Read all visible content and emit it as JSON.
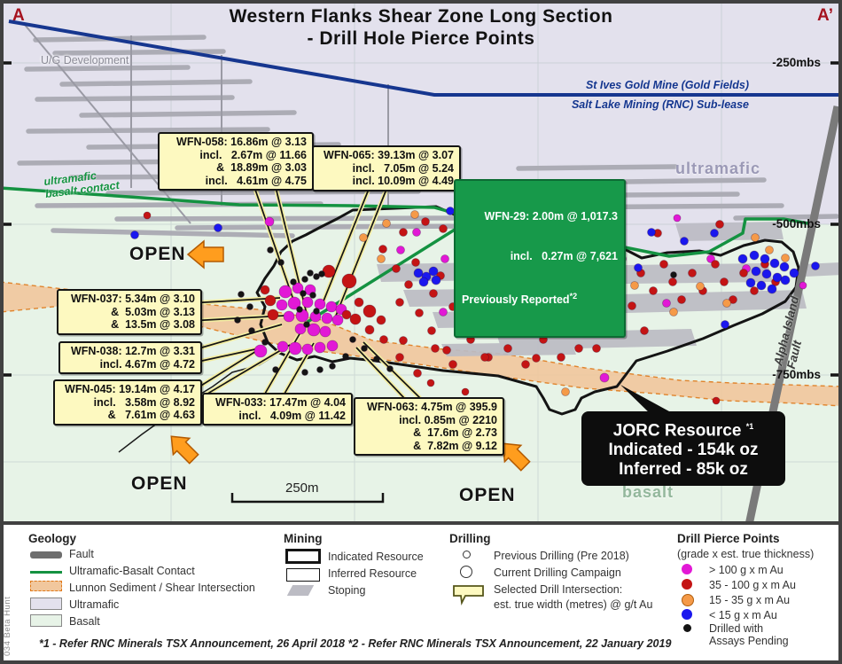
{
  "frame": {
    "title1": "Western Flanks Shear Zone Long Section",
    "title2": "- Drill Hole Pierce Points",
    "a": "A",
    "a2": "A’",
    "side": "034 Beta Hunt",
    "footnote": "*1 - Refer RNC Minerals TSX Announcement, 26 April 2018  *2 - Refer RNC Minerals TSX Announcement, 22 January 2019"
  },
  "map": {
    "depths": [
      "-250mbs",
      "-500mbs",
      "-750mbs"
    ],
    "labels": {
      "ug_development": "U/G Development",
      "st_ives": "St Ives Gold Mine (Gold Fields)",
      "salt_lake": "Salt Lake Mining (RNC) Sub-lease",
      "ultramafic": "ultramafic",
      "basalt": "basalt",
      "alpha_fault": "Alpha Island Fault",
      "contact1": "ultramafic",
      "contact2": "basalt contact",
      "open": "OPEN",
      "scale": "250m"
    },
    "callouts": {
      "wfn058": "WFN-058: 16.86m @ 3.13\nincl.   2.67m @ 11.66\n&  18.89m @ 3.03\nincl.   4.61m @ 4.75",
      "wfn065": "WFN-065: 39.13m @ 3.07\nincl.   7.05m @ 5.24\nincl. 10.09m @ 4.49",
      "wfn037": "WFN-037: 5.34m @ 3.10\n&  5.03m @ 3.13\n&  13.5m @ 3.08",
      "wfn038": "WFN-038: 12.7m @ 3.31\nincl. 4.67m @ 4.72",
      "wfn045": "WFN-045: 19.14m @ 4.17\nincl.   3.58m @ 8.92\n&   7.61m @ 4.63",
      "wfn033": "WFN-033: 17.47m @ 4.04\nincl.   4.09m @ 11.42",
      "wfn063": "WFN-063: 4.75m @ 395.9\nincl. 0.85m @ 2210\n&  17.6m @ 2.73\n&  7.82m @ 9.12"
    },
    "green": {
      "l1": "WFN-29: 2.00m @ 1,017.3",
      "l2": "incl.   0.27m @ 7,621",
      "l3": "Previously Reported",
      "sup": "*2"
    },
    "jorc": {
      "t": "JORC Resource",
      "sup": "*1",
      "l2": "Indicated - 154k oz",
      "l3": "Inferred - 85k oz"
    },
    "colors": {
      "m": "#e218d6",
      "r": "#c41414",
      "o": "#f59a48",
      "b": "#1a17ee",
      "k": "#141414"
    },
    "dots": [
      [
        322,
        329,
        "m",
        7
      ],
      [
        336,
        325,
        "m",
        6
      ],
      [
        350,
        327,
        "m",
        6
      ],
      [
        318,
        344,
        "m",
        6
      ],
      [
        332,
        342,
        "m",
        7
      ],
      [
        347,
        341,
        "m",
        6
      ],
      [
        361,
        343,
        "m",
        6
      ],
      [
        374,
        346,
        "m",
        6
      ],
      [
        385,
        349,
        "m",
        6
      ],
      [
        326,
        357,
        "m",
        6
      ],
      [
        341,
        356,
        "m",
        7
      ],
      [
        356,
        357,
        "m",
        6
      ],
      [
        369,
        359,
        "m",
        6
      ],
      [
        381,
        361,
        "m",
        6
      ],
      [
        339,
        371,
        "m",
        6
      ],
      [
        354,
        372,
        "m",
        7
      ],
      [
        367,
        374,
        "m",
        6
      ],
      [
        294,
        396,
        "m",
        7
      ],
      [
        319,
        391,
        "m",
        6
      ],
      [
        333,
        393,
        "m",
        7
      ],
      [
        347,
        394,
        "m",
        6
      ],
      [
        361,
        392,
        "m",
        6
      ],
      [
        375,
        390,
        "m",
        6
      ],
      [
        304,
        250,
        "m",
        5
      ],
      [
        452,
        282,
        "m",
        4.5
      ],
      [
        502,
        292,
        "m",
        4.5
      ],
      [
        552,
        342,
        "m",
        4.5
      ],
      [
        602,
        292,
        "m",
        4.5
      ],
      [
        652,
        362,
        "m",
        4.5
      ],
      [
        702,
        292,
        "m",
        4.5
      ],
      [
        752,
        342,
        "m",
        4.5
      ],
      [
        802,
        292,
        "m",
        4.5
      ],
      [
        842,
        303,
        "m",
        4.5
      ],
      [
        610,
        372,
        "m",
        4.5
      ],
      [
        682,
        426,
        "m",
        5
      ],
      [
        628,
        302,
        "m",
        4.5
      ],
      [
        548,
        302,
        "m",
        4.5
      ],
      [
        500,
        352,
        "m",
        4.5
      ],
      [
        470,
        262,
        "m",
        4.5
      ],
      [
        906,
        322,
        "m",
        4
      ],
      [
        764,
        246,
        "m",
        4
      ],
      [
        394,
        317,
        "r",
        8
      ],
      [
        371,
        306,
        "r",
        7
      ],
      [
        417,
        351,
        "r",
        7
      ],
      [
        305,
        339,
        "r",
        6
      ],
      [
        308,
        355,
        "r",
        6
      ],
      [
        401,
        360,
        "r",
        6
      ],
      [
        391,
        355,
        "r",
        5
      ],
      [
        405,
        341,
        "r",
        5
      ],
      [
        299,
        327,
        "r",
        5
      ],
      [
        417,
        372,
        "r",
        5
      ],
      [
        430,
        361,
        "r",
        5
      ],
      [
        166,
        243,
        "r",
        4
      ],
      [
        432,
        281,
        "r",
        4.5
      ],
      [
        447,
        303,
        "r",
        4.5
      ],
      [
        461,
        321,
        "r",
        4.5
      ],
      [
        451,
        341,
        "r",
        4.5
      ],
      [
        473,
        353,
        "r",
        4.5
      ],
      [
        489,
        331,
        "r",
        4.5
      ],
      [
        469,
        296,
        "r",
        4.5
      ],
      [
        497,
        311,
        "r",
        4.5
      ],
      [
        511,
        346,
        "r",
        4.5
      ],
      [
        521,
        301,
        "r",
        4.5
      ],
      [
        534,
        321,
        "r",
        4.5
      ],
      [
        541,
        353,
        "r",
        4.5
      ],
      [
        553,
        313,
        "r",
        4.5
      ],
      [
        564,
        335,
        "r",
        4.5
      ],
      [
        575,
        301,
        "r",
        4.5
      ],
      [
        587,
        321,
        "r",
        4.5
      ],
      [
        597,
        343,
        "r",
        4.5
      ],
      [
        607,
        303,
        "r",
        4.5
      ],
      [
        615,
        325,
        "r",
        4.5
      ],
      [
        627,
        313,
        "r",
        4.5
      ],
      [
        637,
        335,
        "r",
        4.5
      ],
      [
        649,
        303,
        "r",
        4.5
      ],
      [
        657,
        323,
        "r",
        4.5
      ],
      [
        669,
        345,
        "r",
        4.5
      ],
      [
        679,
        313,
        "r",
        4.5
      ],
      [
        689,
        297,
        "r",
        4.5
      ],
      [
        701,
        323,
        "r",
        4.5
      ],
      [
        713,
        345,
        "r",
        4.5
      ],
      [
        723,
        308,
        "r",
        4.5
      ],
      [
        737,
        328,
        "r",
        4.5
      ],
      [
        749,
        298,
        "r",
        4.5
      ],
      [
        759,
        318,
        "r",
        4.5
      ],
      [
        769,
        338,
        "r",
        4.5
      ],
      [
        781,
        308,
        "r",
        4.5
      ],
      [
        793,
        328,
        "r",
        4.5
      ],
      [
        807,
        298,
        "r",
        4.5
      ],
      [
        817,
        318,
        "r",
        4.5
      ],
      [
        827,
        338,
        "r",
        4.5
      ],
      [
        839,
        308,
        "r",
        4.5
      ],
      [
        851,
        328,
        "r",
        4.5
      ],
      [
        863,
        298,
        "r",
        4.5
      ],
      [
        875,
        318,
        "r",
        4.5
      ],
      [
        433,
        383,
        "r",
        4.5
      ],
      [
        451,
        403,
        "r",
        4.5
      ],
      [
        471,
        421,
        "r",
        4.5
      ],
      [
        491,
        393,
        "r",
        4.5
      ],
      [
        511,
        411,
        "r",
        4.5
      ],
      [
        531,
        383,
        "r",
        4.5
      ],
      [
        551,
        403,
        "r",
        4.5
      ],
      [
        573,
        393,
        "r",
        4.5
      ],
      [
        593,
        411,
        "r",
        4.5
      ],
      [
        613,
        383,
        "r",
        4.5
      ],
      [
        633,
        403,
        "r",
        4.5
      ],
      [
        653,
        393,
        "r",
        4.5
      ],
      [
        487,
        373,
        "r",
        4.5
      ],
      [
        547,
        373,
        "r",
        4.5
      ],
      [
        607,
        373,
        "r",
        4.5
      ],
      [
        667,
        373,
        "r",
        4.5
      ],
      [
        727,
        373,
        "r",
        4.5
      ],
      [
        545,
        243,
        "r",
        4.5
      ],
      [
        585,
        238,
        "r",
        4.5
      ],
      [
        660,
        252,
        "r",
        4.5
      ],
      [
        742,
        263,
        "r",
        4.5
      ],
      [
        812,
        253,
        "r",
        4.5
      ],
      [
        455,
        262,
        "r",
        4.5
      ],
      [
        480,
        250,
        "r",
        4.5
      ],
      [
        500,
        258,
        "r",
        4.5
      ],
      [
        520,
        246,
        "r",
        4.5
      ],
      [
        540,
        262,
        "r",
        4.5
      ],
      [
        455,
        384,
        "r",
        4.5
      ],
      [
        504,
        395,
        "r",
        4.5
      ],
      [
        547,
        403,
        "r",
        4.5
      ],
      [
        605,
        404,
        "r",
        4.5
      ],
      [
        673,
        393,
        "r",
        4.5
      ],
      [
        808,
        452,
        "r",
        4
      ],
      [
        486,
        432,
        "r",
        4
      ],
      [
        525,
        442,
        "r",
        4
      ],
      [
        410,
        268,
        "o",
        4.5
      ],
      [
        436,
        252,
        "o",
        4.5
      ],
      [
        468,
        242,
        "o",
        4.5
      ],
      [
        520,
        268,
        "o",
        4.5
      ],
      [
        560,
        352,
        "o",
        4.5
      ],
      [
        600,
        331,
        "o",
        4.5
      ],
      [
        641,
        322,
        "o",
        4.5
      ],
      [
        680,
        352,
        "o",
        4.5
      ],
      [
        716,
        322,
        "o",
        4.5
      ],
      [
        760,
        352,
        "o",
        4.5
      ],
      [
        790,
        323,
        "o",
        4.5
      ],
      [
        820,
        342,
        "o",
        4.5
      ],
      [
        852,
        268,
        "o",
        4.5
      ],
      [
        868,
        282,
        "o",
        4.5
      ],
      [
        638,
        442,
        "o",
        4.5
      ],
      [
        430,
        292,
        "o",
        4.5
      ],
      [
        886,
        291,
        "o",
        4.5
      ],
      [
        838,
        292,
        "b",
        5
      ],
      [
        851,
        288,
        "b",
        5
      ],
      [
        863,
        292,
        "b",
        5
      ],
      [
        874,
        297,
        "b",
        5
      ],
      [
        885,
        301,
        "b",
        5
      ],
      [
        853,
        306,
        "b",
        5
      ],
      [
        865,
        309,
        "b",
        5
      ],
      [
        877,
        313,
        "b",
        5
      ],
      [
        847,
        319,
        "b",
        5
      ],
      [
        859,
        322,
        "b",
        5
      ],
      [
        871,
        326,
        "b",
        5
      ],
      [
        886,
        316,
        "b",
        5
      ],
      [
        896,
        308,
        "b",
        5
      ],
      [
        472,
        308,
        "b",
        5
      ],
      [
        481,
        312,
        "b",
        5
      ],
      [
        489,
        306,
        "b",
        5
      ],
      [
        478,
        318,
        "b",
        5
      ],
      [
        492,
        316,
        "b",
        5
      ],
      [
        568,
        282,
        "b",
        4.5
      ],
      [
        608,
        262,
        "b",
        4.5
      ],
      [
        700,
        332,
        "b",
        4.5
      ],
      [
        735,
        262,
        "b",
        4.5
      ],
      [
        806,
        263,
        "b",
        4.5
      ],
      [
        818,
        366,
        "b",
        4.5
      ],
      [
        662,
        307,
        "b",
        4.5
      ],
      [
        152,
        265,
        "b",
        4.5
      ],
      [
        246,
        257,
        "b",
        4.5
      ],
      [
        508,
        238,
        "b",
        4.5
      ],
      [
        524,
        256,
        "b",
        4.5
      ],
      [
        588,
        252,
        "b",
        4.5
      ],
      [
        648,
        282,
        "b",
        4.5
      ],
      [
        772,
        272,
        "b",
        4.5
      ],
      [
        920,
        300,
        "b",
        4.5
      ],
      [
        560,
        312,
        "b",
        4.5
      ],
      [
        530,
        302,
        "b",
        4.5
      ],
      [
        640,
        352,
        "b",
        4.5
      ],
      [
        680,
        362,
        "b",
        4.5
      ],
      [
        720,
        302,
        "b",
        4.5
      ],
      [
        350,
        308,
        "k",
        3.5
      ],
      [
        357,
        312,
        "k",
        3.5
      ],
      [
        363,
        309,
        "k",
        3.5
      ],
      [
        344,
        315,
        "k",
        3.5
      ],
      [
        331,
        318,
        "k",
        3.5
      ],
      [
        342,
        331,
        "k",
        3.5
      ],
      [
        353,
        333,
        "k",
        3.5
      ],
      [
        338,
        349,
        "k",
        3.5
      ],
      [
        357,
        351,
        "k",
        3.5
      ],
      [
        346,
        366,
        "k",
        3.5
      ],
      [
        282,
        346,
        "k",
        3.5
      ],
      [
        268,
        361,
        "k",
        3.5
      ],
      [
        284,
        373,
        "k",
        3.5
      ],
      [
        299,
        386,
        "k",
        3.5
      ],
      [
        272,
        332,
        "k",
        3.5
      ],
      [
        317,
        296,
        "k",
        3.5
      ],
      [
        305,
        282,
        "k",
        3.5
      ],
      [
        361,
        417,
        "k",
        3.5
      ],
      [
        344,
        420,
        "k",
        3.5
      ],
      [
        311,
        417,
        "k",
        3.5
      ],
      [
        375,
        413,
        "k",
        3.5
      ],
      [
        390,
        402,
        "k",
        3.5
      ],
      [
        398,
        383,
        "k",
        3.5
      ],
      [
        411,
        393,
        "k",
        3.5
      ],
      [
        425,
        405,
        "k",
        3.5
      ],
      [
        440,
        416,
        "k",
        3.5
      ],
      [
        584,
        303,
        "k",
        3.5
      ],
      [
        645,
        304,
        "k",
        3.5
      ],
      [
        700,
        340,
        "k",
        3.5
      ],
      [
        760,
        310,
        "k",
        3.5
      ]
    ]
  },
  "legend": {
    "geology": {
      "title": "Geology",
      "items": [
        "Fault",
        "Ultramafic-Basalt Contact",
        "Lunnon Sediment / Shear Intersection",
        "Ultramafic",
        "Basalt"
      ]
    },
    "mining": {
      "title": "Mining",
      "items": [
        "Indicated Resource",
        "Inferred Resource",
        "Stoping"
      ]
    },
    "drilling": {
      "title": "Drilling",
      "items": [
        "Previous Drilling  (Pre 2018)",
        "Current Drilling Campaign",
        "Selected Drill Intersection:",
        "est. true width (metres) @ g/t Au"
      ]
    },
    "pierce": {
      "title": "Drill Pierce Points",
      "subtitle": "(grade x est. true thickness)",
      "items": [
        "> 100 g x m Au",
        "35 - 100 g x m Au",
        "15 - 35 g x m Au",
        "< 15 g x m Au",
        "Drilled with\nAssays Pending"
      ]
    }
  }
}
